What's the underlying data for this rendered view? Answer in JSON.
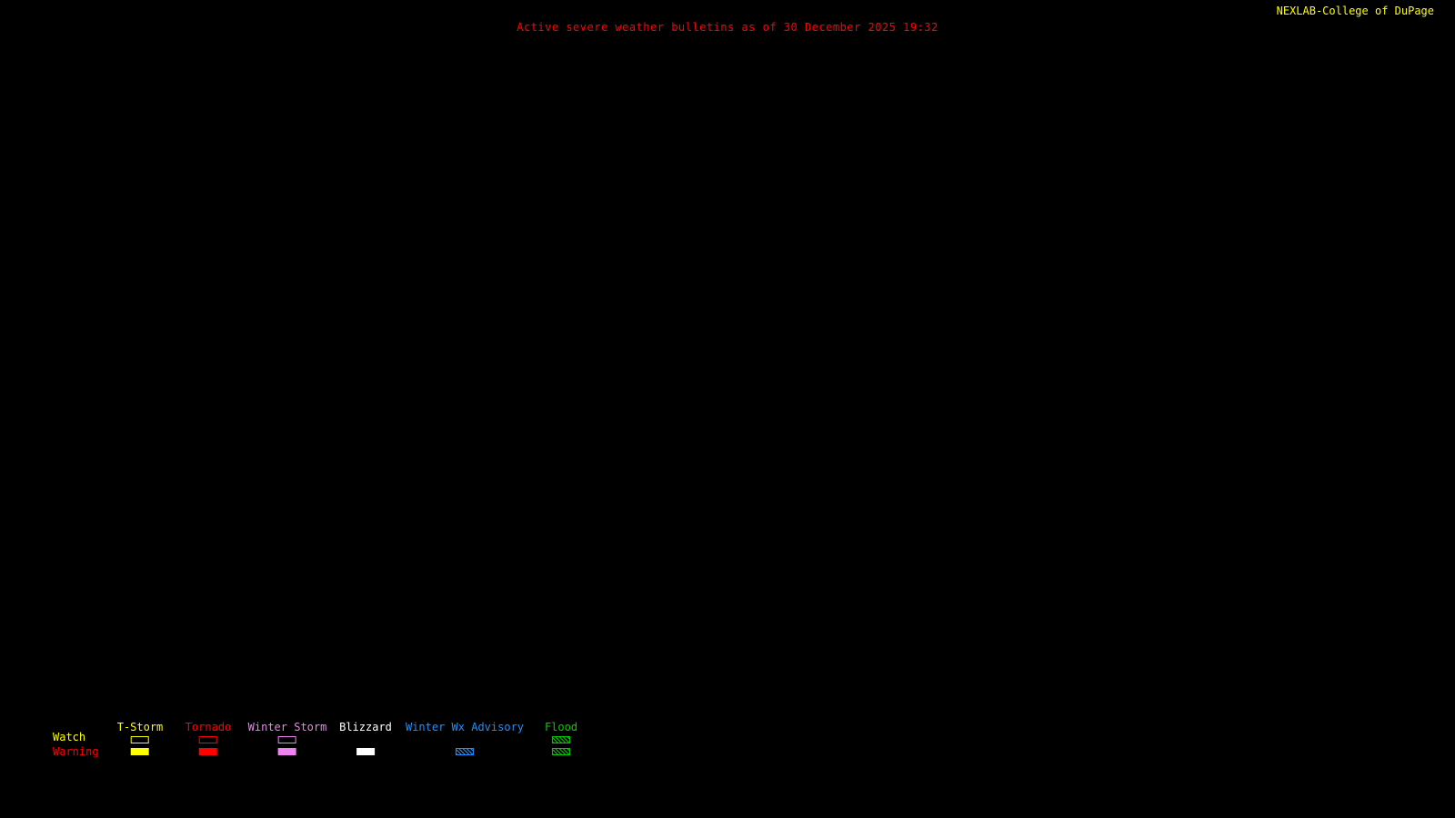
{
  "colors": {
    "background": "#000000",
    "title": "#ff0000",
    "brand": "#ffff00",
    "flag_icon": "#d8d8d8"
  },
  "header": {
    "title": "Active severe weather bulletins as of 30 December 2025 19:32",
    "brand": "NEXLAB-College of DuPage",
    "flag_icon": "flag-icon"
  },
  "legend": {
    "watch_label": "Watch",
    "watch_color": "#ffff00",
    "warning_label": "Warning",
    "warning_color": "#ff0000",
    "categories": [
      {
        "label": "T-Storm",
        "color": "#ffff00",
        "watch": "outline",
        "warning": "fill"
      },
      {
        "label": "Tornado",
        "color": "#ff0000",
        "watch": "outline",
        "warning": "fill"
      },
      {
        "label": "Winter Storm",
        "color": "#ee82ee",
        "watch": "outline",
        "warning": "fill"
      },
      {
        "label": "Blizzard",
        "color": "#ffffff",
        "watch": "none",
        "warning": "fill"
      },
      {
        "label": "Winter Wx Advisory",
        "color": "#1e90ff",
        "watch": "none",
        "warning": "hatch"
      },
      {
        "label": "Flood",
        "color": "#00cd00",
        "watch": "hatch",
        "warning": "hatch"
      }
    ]
  }
}
